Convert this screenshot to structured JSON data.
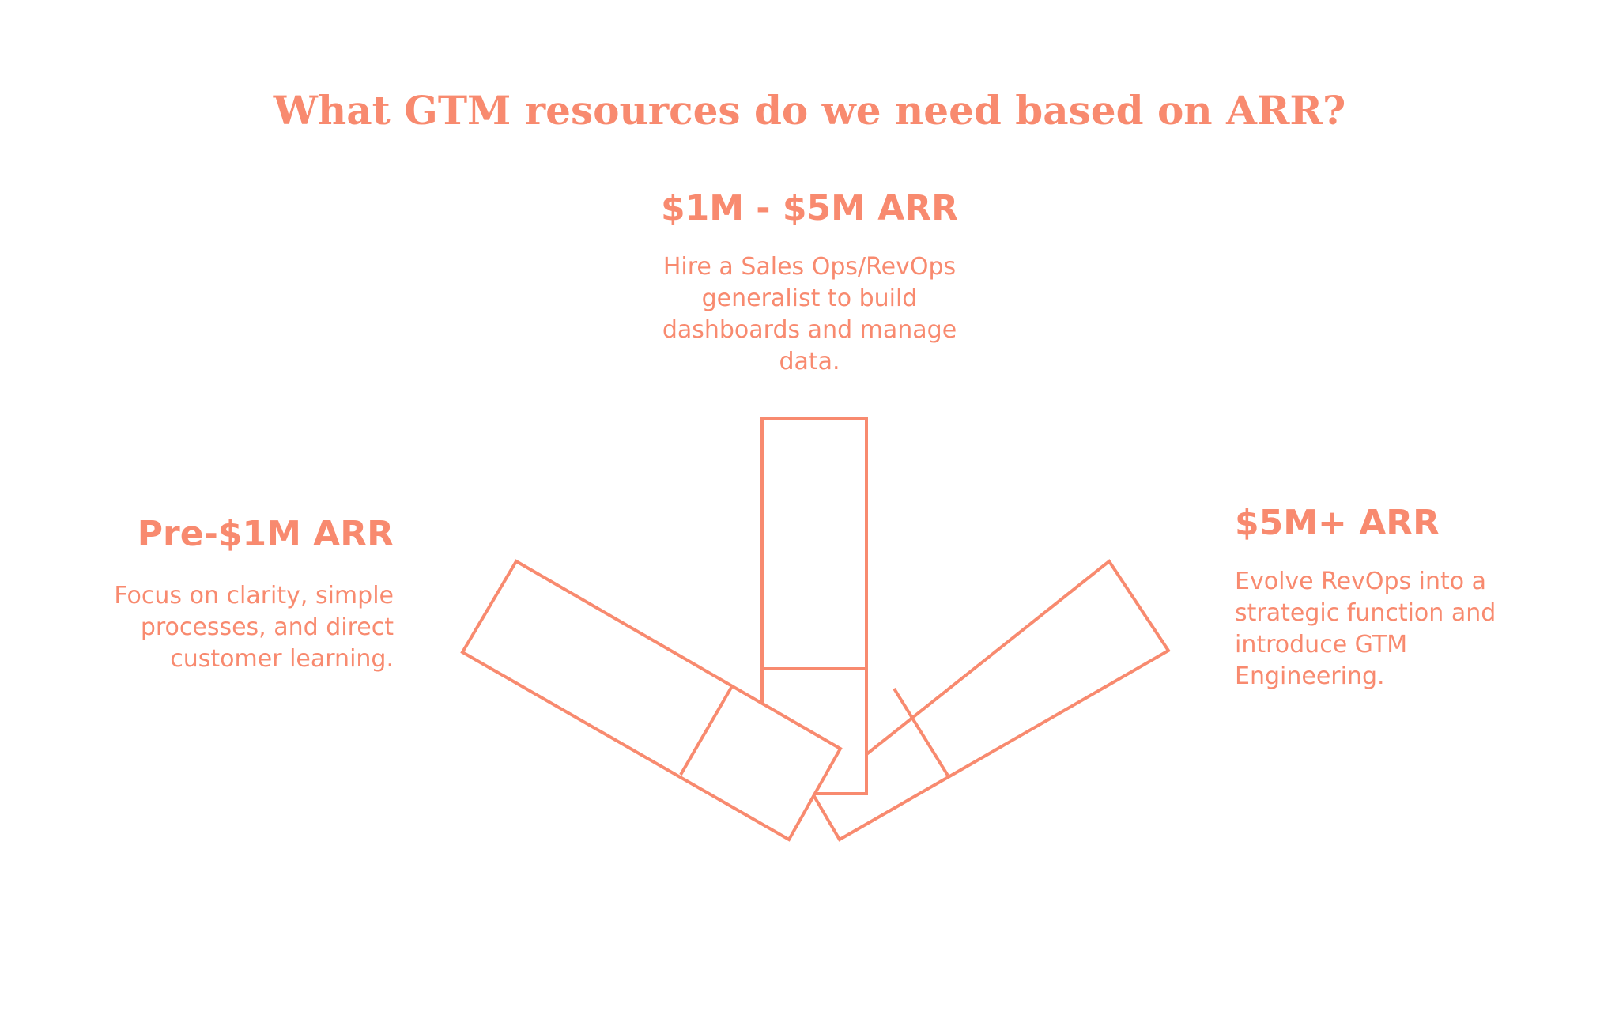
{
  "title": "What GTM resources do we need based on ARR?",
  "stages": {
    "middle": {
      "heading": "$1M - $5M ARR",
      "description": "Hire a Sales Ops/RevOps generalist to build dashboards and manage data."
    },
    "left": {
      "heading": "Pre-$1M ARR",
      "description": "Focus on clarity, simple processes, and direct customer learning."
    },
    "right": {
      "heading": "$5M+ ARR",
      "description": "Evolve RevOps into a strategic function and introduce GTM Engineering."
    }
  },
  "colors": {
    "accent": "#f88a6f",
    "background": "#ffffff"
  }
}
